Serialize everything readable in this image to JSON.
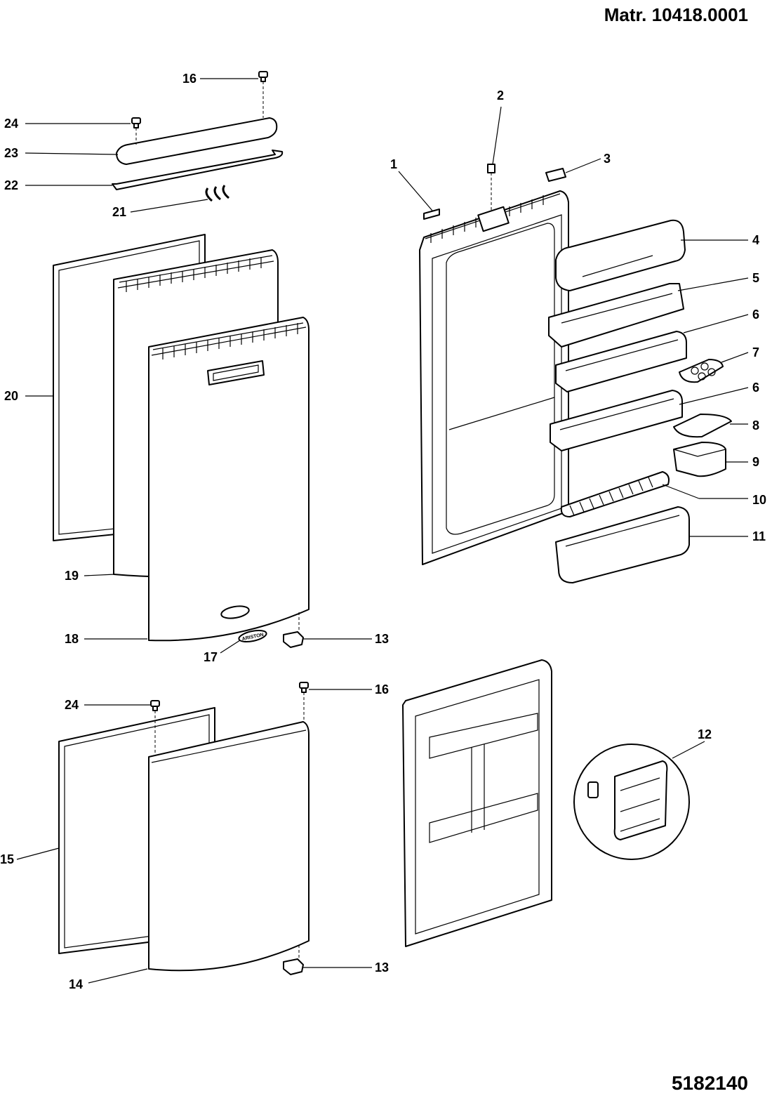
{
  "header": {
    "material_number": "Matr. 10418.0001"
  },
  "footer": {
    "document_number": "5182140"
  },
  "callouts": [
    "1",
    "2",
    "3",
    "4",
    "5",
    "6",
    "7",
    "6",
    "8",
    "9",
    "10",
    "11",
    "12",
    "13",
    "13",
    "14",
    "15",
    "16",
    "16",
    "17",
    "18",
    "19",
    "20",
    "21",
    "22",
    "23",
    "24",
    "24"
  ],
  "logo_text": "ARISTON"
}
